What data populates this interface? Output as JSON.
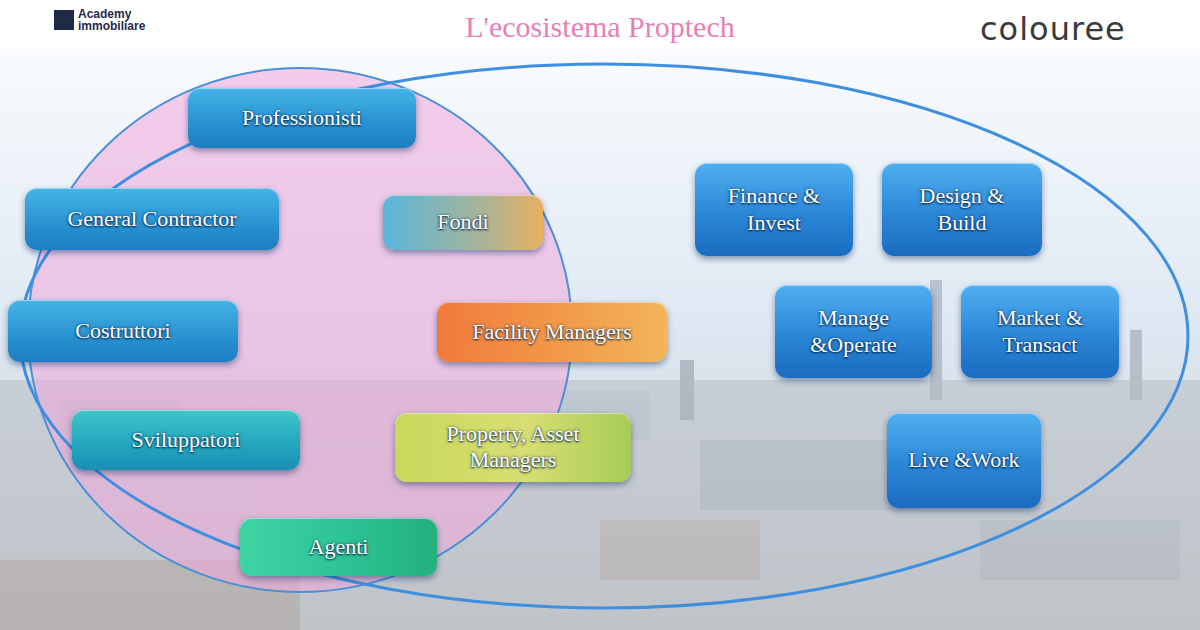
{
  "diagram": {
    "title": "L'ecosistema Proptech",
    "nodes": [
      {
        "text": [
          "Professionisti"
        ]
      },
      {
        "text": [
          "General Contractor"
        ]
      },
      {
        "text": [
          "Fondi"
        ]
      },
      {
        "text": [
          "Costruttori"
        ]
      },
      {
        "text": [
          "Facility Managers"
        ]
      },
      {
        "text": [
          "Sviluppatori"
        ]
      },
      {
        "text": [
          "Property, Asset Managers"
        ]
      },
      {
        "text": [
          "Agenti"
        ]
      },
      {
        "text": [
          "Finance & Invest"
        ]
      },
      {
        "text": [
          "Design & Build"
        ]
      },
      {
        "text": [
          "Manage &Operate"
        ]
      },
      {
        "text": [
          "Market & Transact"
        ]
      },
      {
        "text": [
          "Live &Work"
        ]
      }
    ],
    "labels": [
      "Academy immobiliare",
      "colouree"
    ]
  }
}
